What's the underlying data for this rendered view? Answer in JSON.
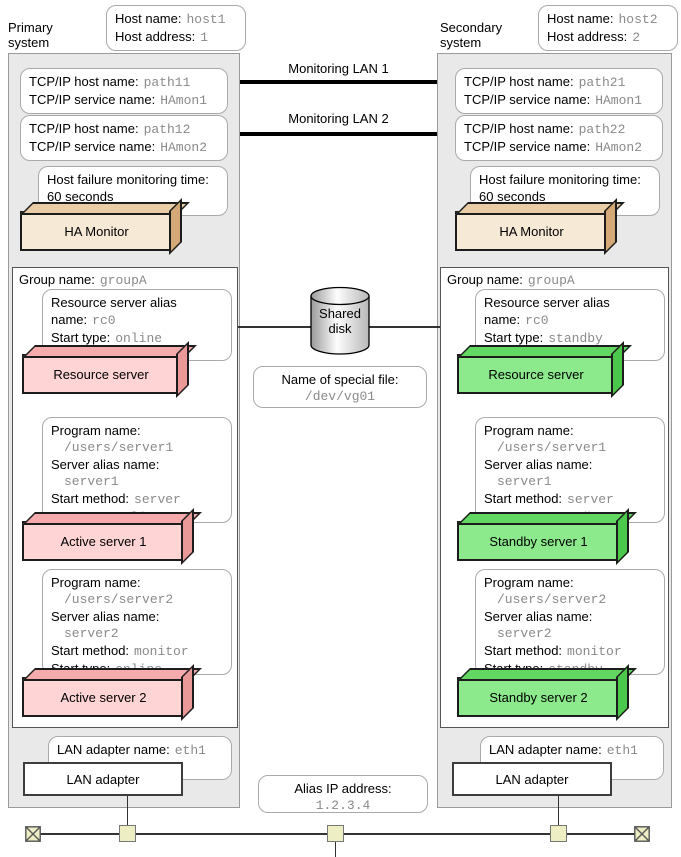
{
  "colors": {
    "panel_bg": "#e9e9e9",
    "mono_text": "#8a8a8a",
    "connector_fill": "#eeeec4",
    "tan_face": "#f6e9d5",
    "tan_top": "#e9cda6",
    "tan_side": "#d5a878",
    "pink_face": "#ffd4d4",
    "pink_top": "#f5abab",
    "pink_side": "#eb9898",
    "green_face": "#8cea8c",
    "green_top": "#62d862",
    "green_side": "#4cc84c"
  },
  "left": {
    "system_label": "Primary system",
    "host": {
      "l1": "Host name:",
      "v1": "host1",
      "l2": "Host address:",
      "v2": "1"
    },
    "tcp1": {
      "l1": "TCP/IP host name:",
      "v1": "path11",
      "l2": "TCP/IP service name:",
      "v2": "HAmon1"
    },
    "tcp2": {
      "l1": "TCP/IP host name:",
      "v1": "path12",
      "l2": "TCP/IP service name:",
      "v2": "HAmon2"
    },
    "fail": {
      "line1": "Host failure monitoring time:",
      "line2": "60 seconds"
    },
    "ha_monitor": "HA Monitor",
    "group_label": "Group name:",
    "group_value": "groupA",
    "resource": {
      "line1": "Resource server alias",
      "l2": "name:",
      "v2": "rc0",
      "l3": "Start type:",
      "v3": "online"
    },
    "resource_server": "Resource server",
    "server1": {
      "p_label": "Program name:",
      "p_value": "/users/server1",
      "a_label": "Server alias name:",
      "a_value": "server1",
      "m_label": "Start method:",
      "m_value": "server",
      "t_label": "Start type:",
      "t_value": "online"
    },
    "server1_box": "Active server 1",
    "server2": {
      "p_label": "Program name:",
      "p_value": "/users/server2",
      "a_label": "Server alias name:",
      "a_value": "server2",
      "m_label": "Start method:",
      "m_value": "monitor",
      "t_label": "Start type:",
      "t_value": "online"
    },
    "server2_box": "Active server 2",
    "lan_label": "LAN adapter name:",
    "lan_value": "eth1",
    "lan_adapter": "LAN adapter"
  },
  "right": {
    "system_label": "Secondary system",
    "host": {
      "l1": "Host name:",
      "v1": "host2",
      "l2": "Host address:",
      "v2": "2"
    },
    "tcp1": {
      "l1": "TCP/IP host name:",
      "v1": "path21",
      "l2": "TCP/IP service name:",
      "v2": "HAmon1"
    },
    "tcp2": {
      "l1": "TCP/IP host name:",
      "v1": "path22",
      "l2": "TCP/IP service name:",
      "v2": "HAmon2"
    },
    "fail": {
      "line1": "Host failure monitoring time:",
      "line2": "60 seconds"
    },
    "ha_monitor": "HA Monitor",
    "group_label": "Group name:",
    "group_value": "groupA",
    "resource": {
      "line1": "Resource server alias",
      "l2": "name:",
      "v2": "rc0",
      "l3": "Start type:",
      "v3": "standby"
    },
    "resource_server": "Resource server",
    "server1": {
      "p_label": "Program name:",
      "p_value": "/users/server1",
      "a_label": "Server alias name:",
      "a_value": "server1",
      "m_label": "Start method:",
      "m_value": "server",
      "t_label": "Start type:",
      "t_value": "standby"
    },
    "server1_box": "Standby server 1",
    "server2": {
      "p_label": "Program name:",
      "p_value": "/users/server2",
      "a_label": "Server alias name:",
      "a_value": "server2",
      "m_label": "Start method:",
      "m_value": "monitor",
      "t_label": "Start type:",
      "t_value": "standby"
    },
    "server2_box": "Standby server 2",
    "lan_label": "LAN adapter name:",
    "lan_value": "eth1",
    "lan_adapter": "LAN adapter"
  },
  "middle": {
    "lan1": "Monitoring LAN 1",
    "lan2": "Monitoring LAN 2",
    "disk_label": "Shared disk",
    "special": {
      "label": "Name of special file:",
      "value": "/dev/vg01"
    },
    "alias": {
      "label": "Alias IP address:",
      "value": "1.2.3.4"
    }
  }
}
